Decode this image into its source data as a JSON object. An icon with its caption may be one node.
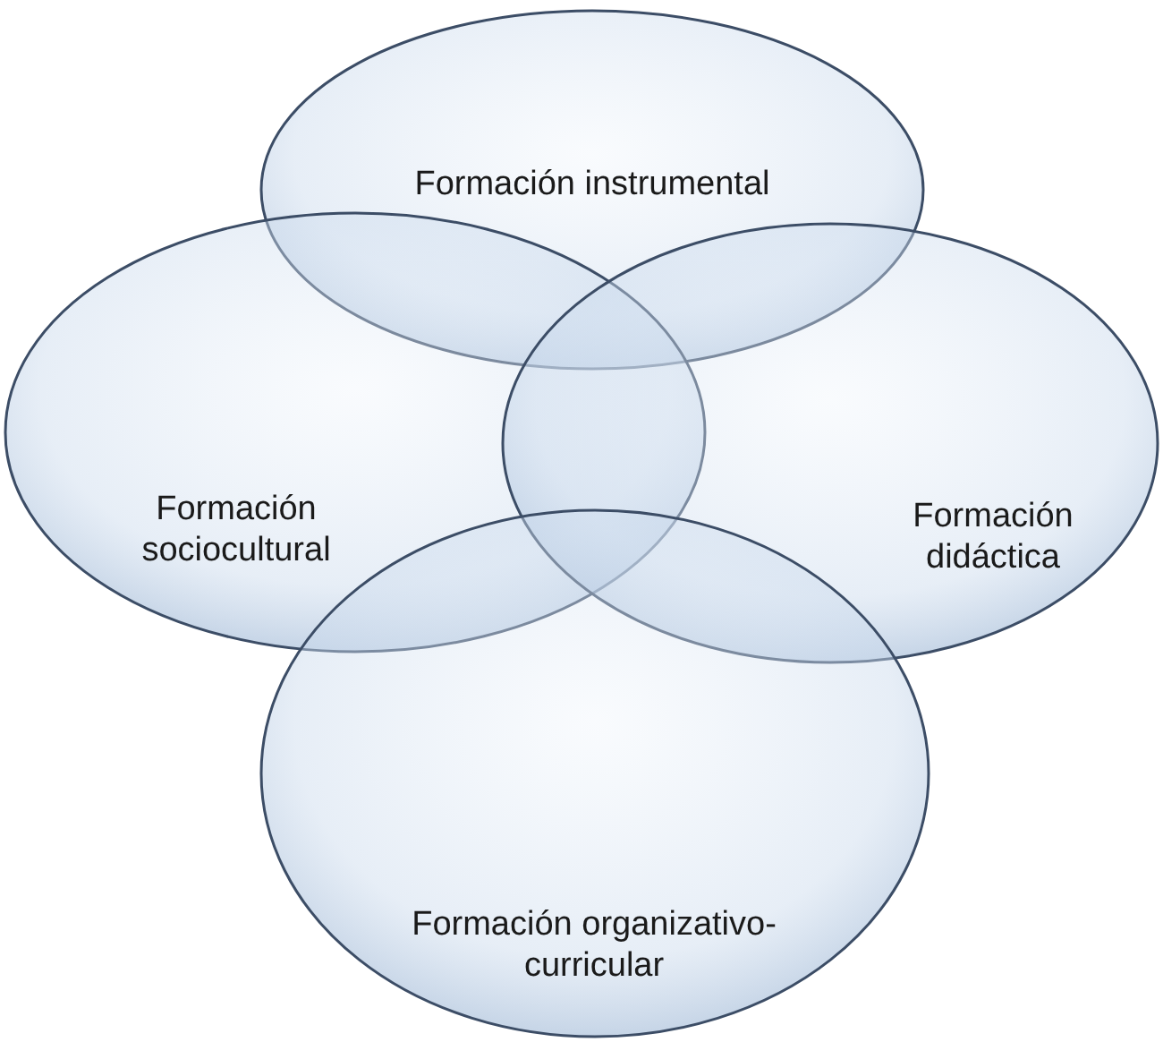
{
  "diagram": {
    "nodes": [
      {
        "text": [
          "Formación instrumental"
        ]
      },
      {
        "text": [
          "Formación sociocultural"
        ]
      },
      {
        "text": [
          "Formación didáctica"
        ]
      },
      {
        "text": [
          "Formación organizativo-curricular"
        ]
      }
    ]
  }
}
